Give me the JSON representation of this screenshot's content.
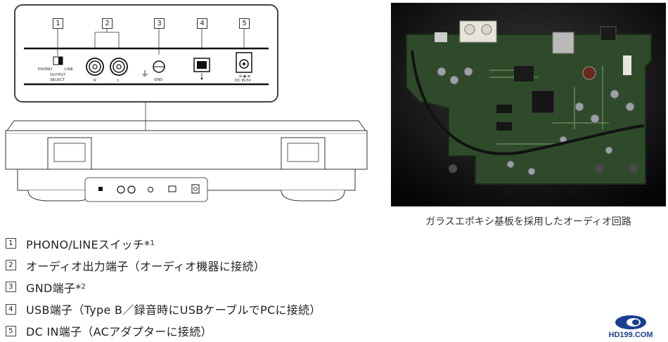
{
  "panel": {
    "badges": [
      "1",
      "2",
      "3",
      "4",
      "5"
    ],
    "switch_label_phono": "PHONO",
    "switch_label_line": "LINE",
    "switch_caption_1": "OUTPUT",
    "switch_caption_2": "SELECT",
    "jack_r": "R",
    "jack_l": "L",
    "gnd": "GND",
    "dc_in": "DC IN 5V"
  },
  "callouts": [
    {
      "num": "1",
      "text": "PHONO/LINEスイッチ*",
      "sup": "1"
    },
    {
      "num": "2",
      "text": "オーディオ出力端子（オーディオ機器に接続）",
      "sup": ""
    },
    {
      "num": "3",
      "text": "GND端子*",
      "sup": "2"
    },
    {
      "num": "4",
      "text": "USB端子（Type B／録音時にUSBケーブルでPCに接続）",
      "sup": ""
    },
    {
      "num": "5",
      "text": "DC IN端子（ACアダプターに接続）",
      "sup": ""
    }
  ],
  "photo_caption": "ガラスエポキシ基板を採用したオーディオ回路",
  "logo_text": "HD199.COM",
  "colors": {
    "pcb": "#2f4a2a",
    "pcb_background": "#0b0b0b",
    "logo_blue": "#1b3f8f"
  }
}
